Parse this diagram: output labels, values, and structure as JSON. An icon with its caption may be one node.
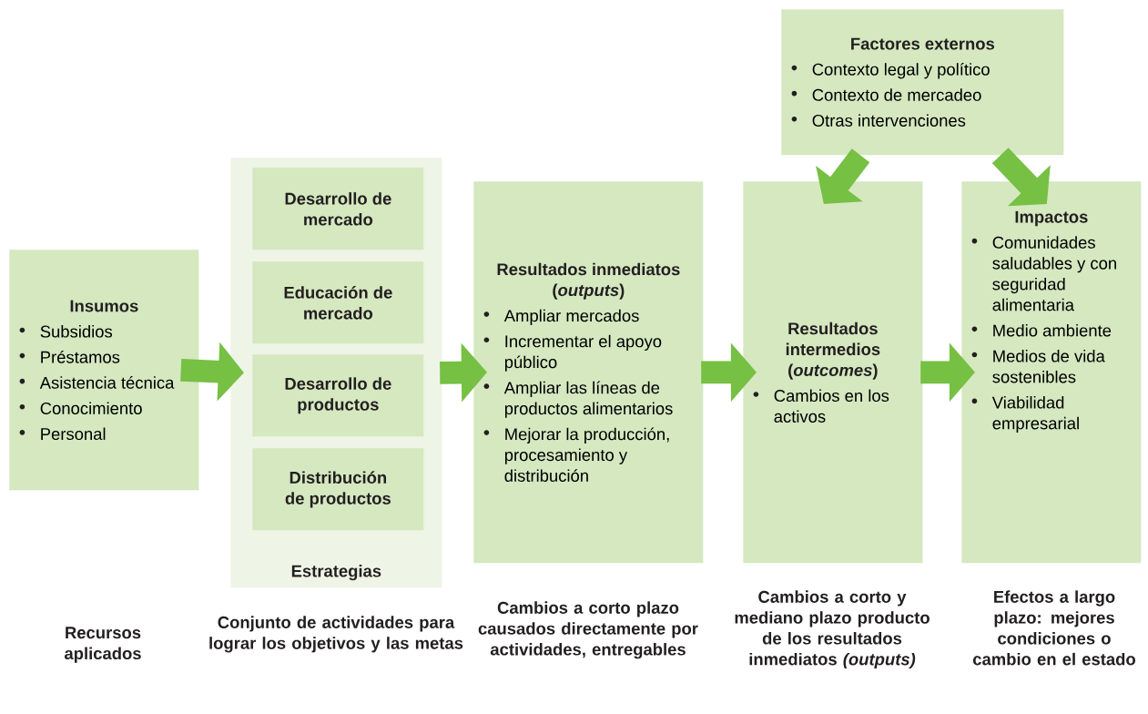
{
  "diagram": {
    "nodes": [
      {
        "text": [
          "Insumos",
          "Subsidios",
          "Préstamos",
          "Asistencia técnica",
          "Conocimiento",
          "Personal"
        ]
      },
      {
        "text": [
          "Estrategias"
        ],
        "beside": [
          "Conjunto de actividades para lograr los objetivos y las metas"
        ]
      },
      {
        "text": [
          "Desarrollo de mercado"
        ],
        "in": 1
      },
      {
        "text": [
          "Educación de mercado"
        ],
        "in": 1
      },
      {
        "text": [
          "Desarrollo de productos"
        ],
        "in": 1
      },
      {
        "text": [
          "Distribución de productos"
        ],
        "in": 1
      },
      {
        "text": [
          "Resultados inmediatos (*outputs*)",
          "Ampliar mercados",
          "Incrementar el apoyo público",
          "Ampliar las líneas de productos alimentarios",
          "Mejorar la producción, procesamiento y distribución"
        ],
        "beside": [
          "Cambios a corto plazo causados directamente por actividades, entregables"
        ]
      },
      {
        "text": [
          "Resultados intermedios (*outcomes*)",
          "Cambios en los activos"
        ],
        "beside": [
          "Cambios a corto y mediano plazo producto de los resultados inmediatos *(outputs)*"
        ]
      },
      {
        "text": [
          "Impactos",
          "Comunidades saludables y con seguridad alimentaria",
          "Medio ambiente",
          "Medios de vida sostenibles",
          "Viabilidad empresarial"
        ],
        "beside": [
          "Efectos a largo plazo: mejores condiciones o cambio en el estado"
        ]
      },
      {
        "text": [
          "Factores externos",
          "Contexto legal y político",
          "Contexto de mercadeo",
          "Otras intervenciones"
        ]
      }
    ],
    "edges": [
      {
        "from": 0,
        "to": 1,
        "arrow": "to"
      },
      {
        "from": 1,
        "to": 6,
        "arrow": "to"
      },
      {
        "from": 6,
        "to": 7,
        "arrow": "to"
      },
      {
        "from": 7,
        "to": 8,
        "arrow": "to"
      },
      {
        "from": 9,
        "to": 7,
        "arrow": "to"
      },
      {
        "from": 9,
        "to": 8,
        "arrow": "to"
      }
    ],
    "labels": [
      "Recursos aplicados"
    ]
  }
}
